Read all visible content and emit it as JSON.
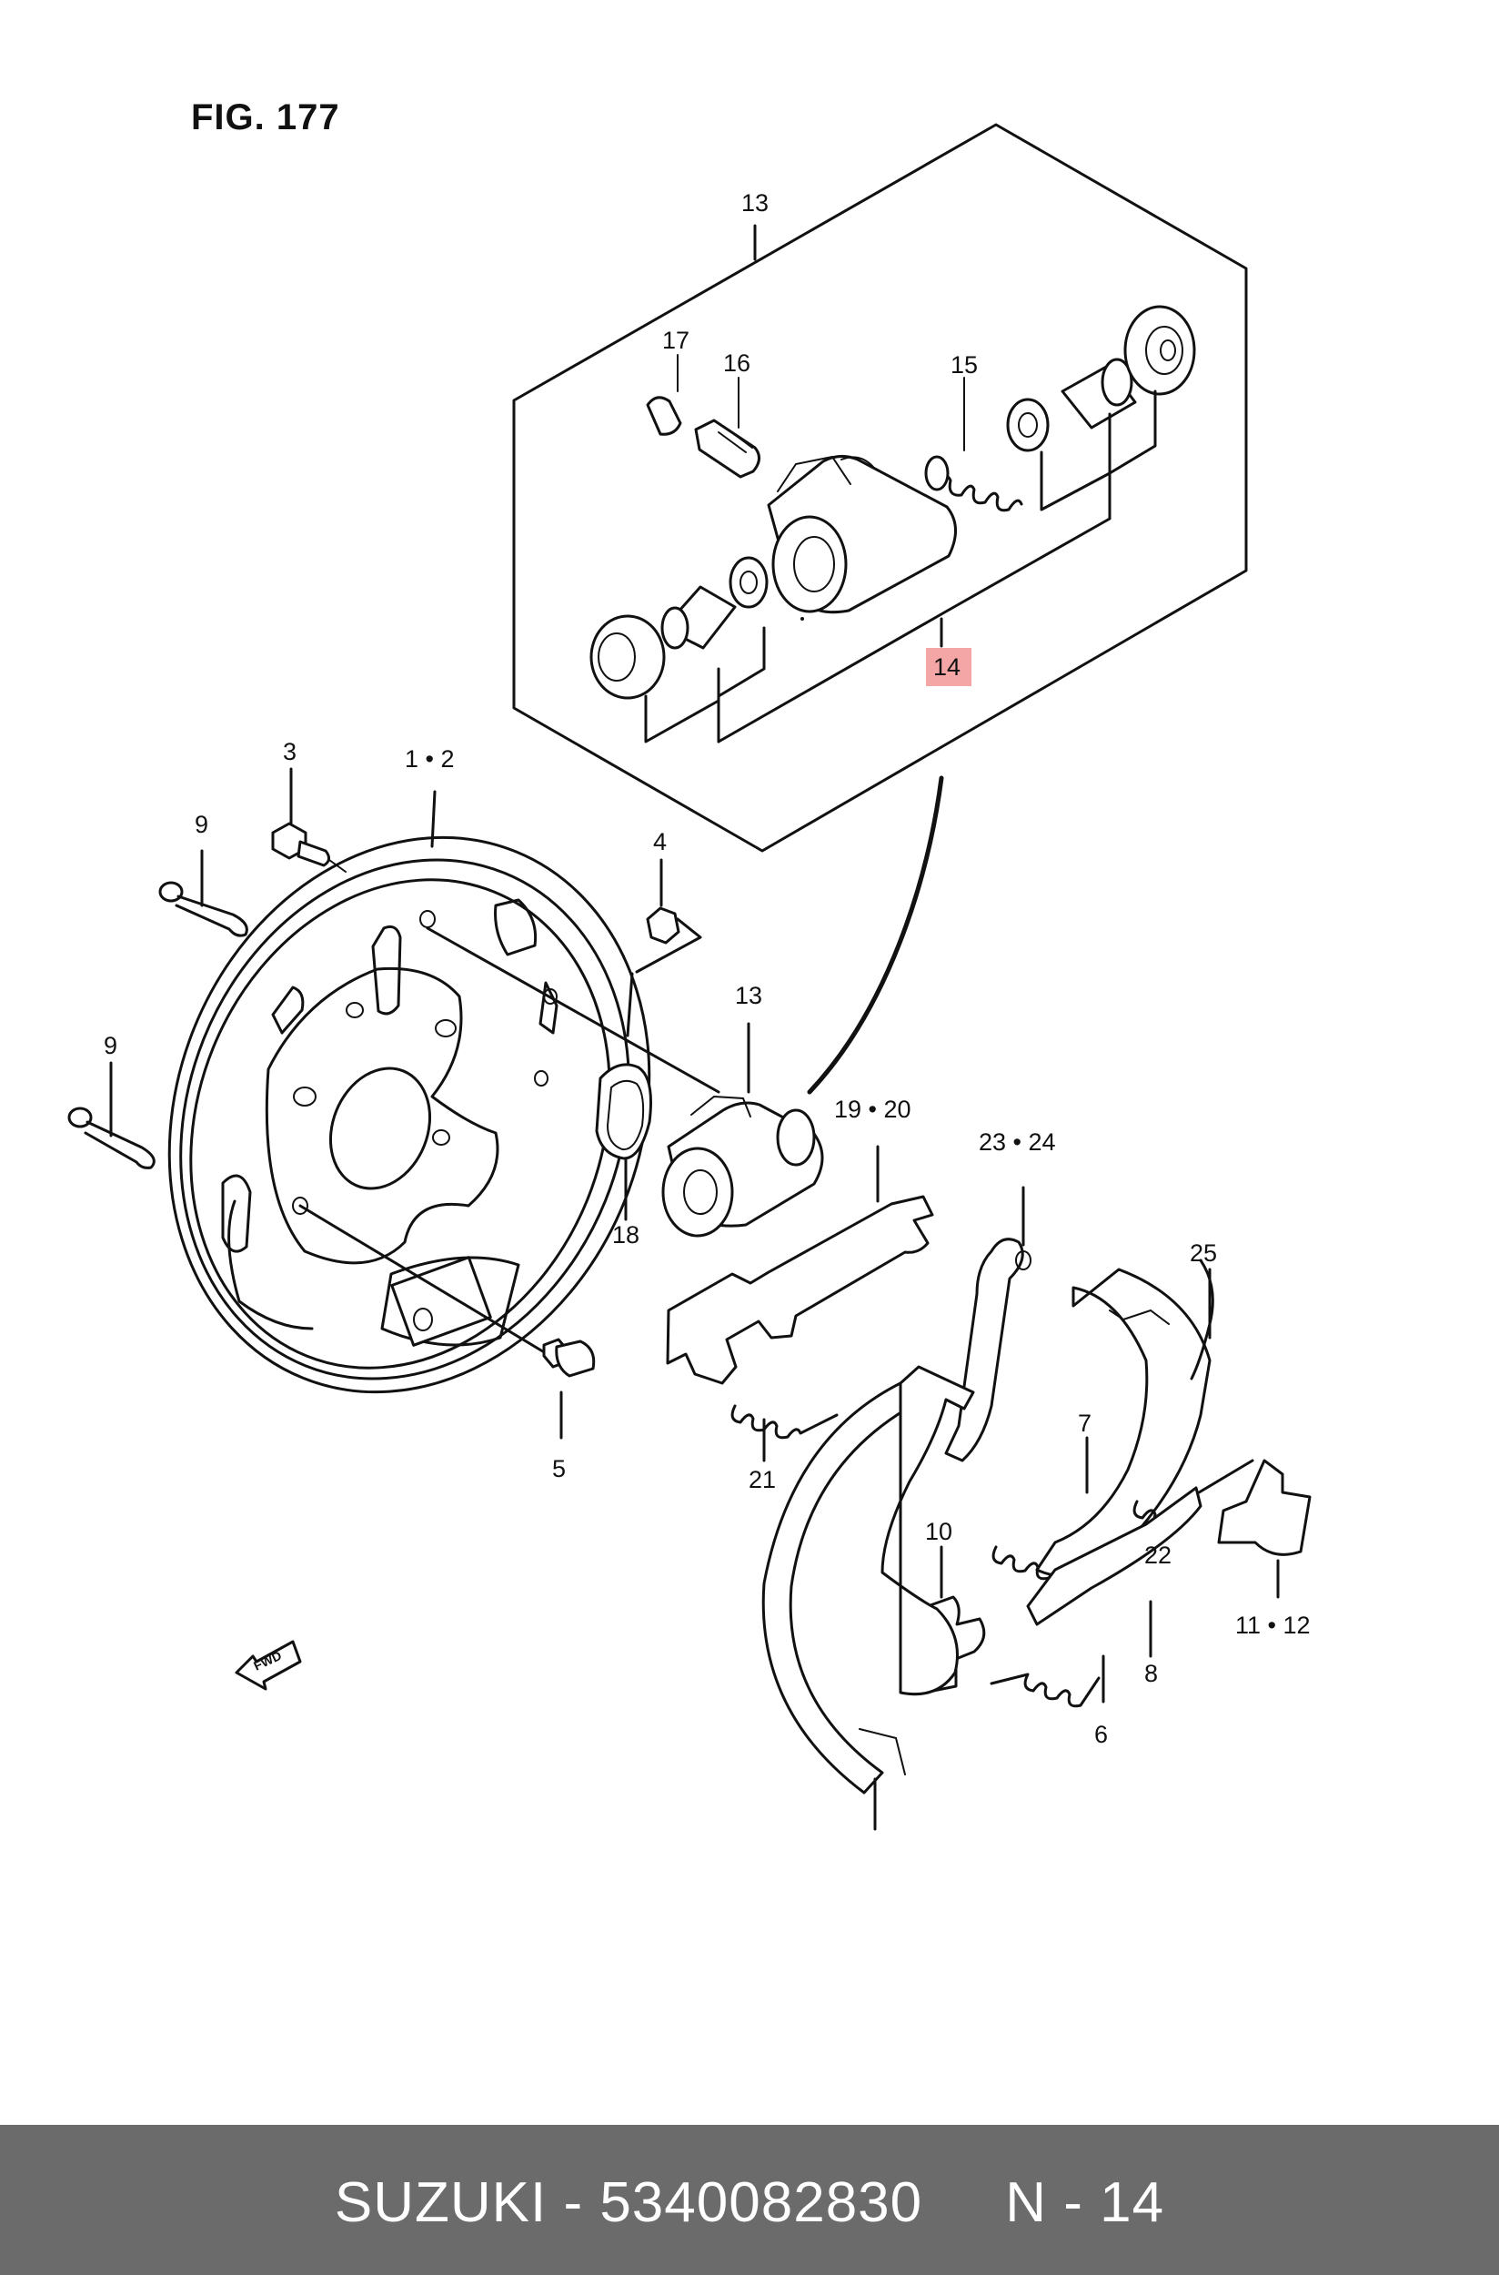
{
  "figure": {
    "title": "FIG. 177",
    "highlight_color": "#f4a6a6",
    "callouts": {
      "c13_top": "13",
      "c17": "17",
      "c16": "16",
      "c15": "15",
      "c14": "14",
      "c3": "3",
      "c1_2": "1 • 2",
      "c9_a": "9",
      "c9_b": "9",
      "c4": "4",
      "c13_mid": "13",
      "c19_20": "19 • 20",
      "c23_24": "23 • 24",
      "c18": "18",
      "c25": "25",
      "c5": "5",
      "c21": "21",
      "c7": "7",
      "c10": "10",
      "c22": "22",
      "c11_12": "11 • 12",
      "c8": "8",
      "c6": "6"
    },
    "fwd_label": "FWD"
  },
  "footer": {
    "text": "SUZUKI - 5340082830     N - 14",
    "background": "#6b6b6b"
  }
}
